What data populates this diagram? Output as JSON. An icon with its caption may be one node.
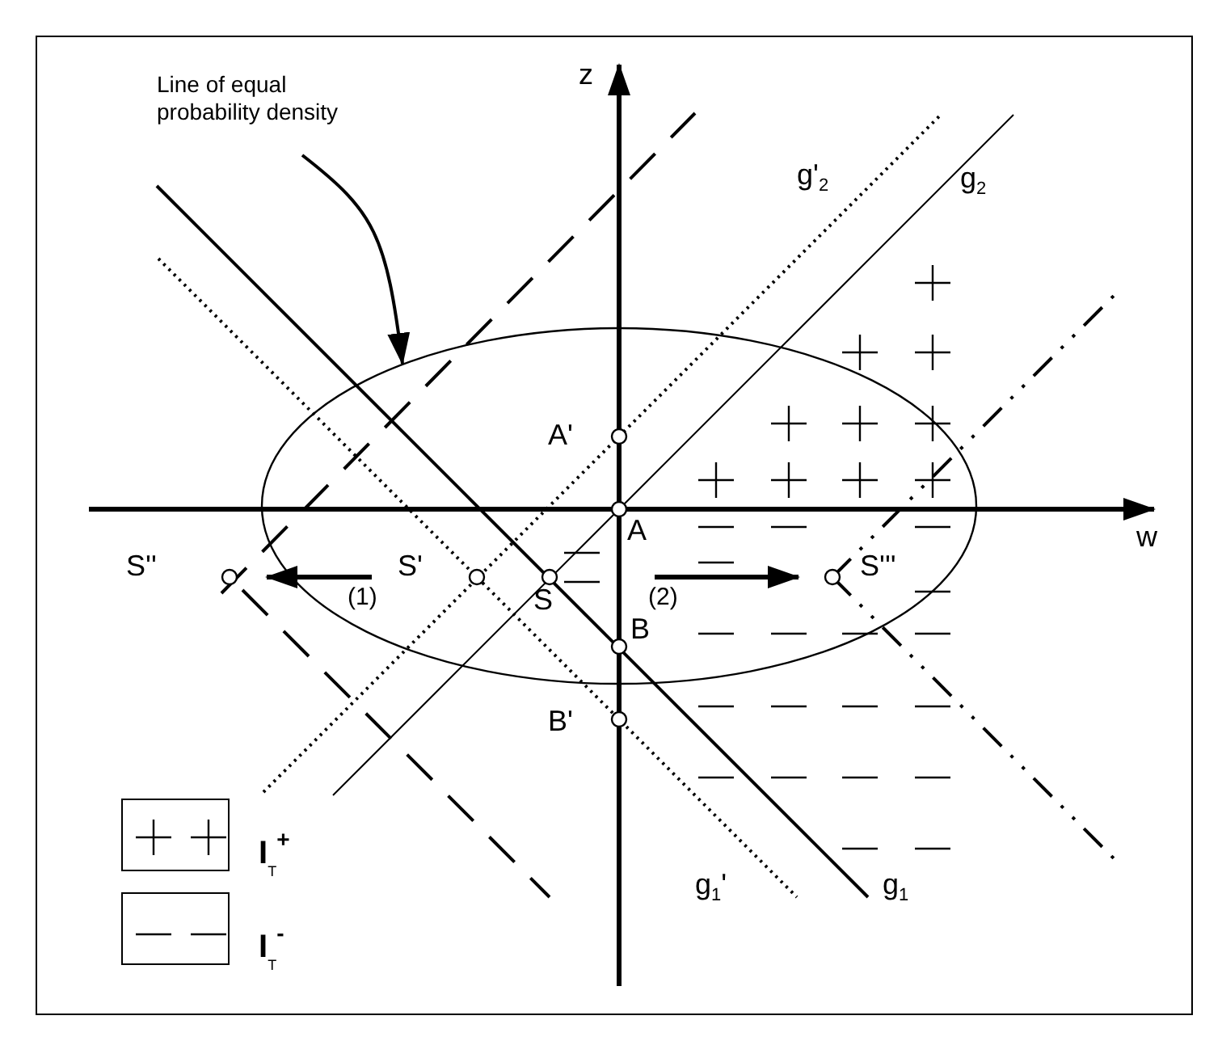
{
  "diagram": {
    "nodes": [
      {
        "text": [
          "Line of equal probability density"
        ]
      },
      {
        "text": [],
        "shape": "ellipse"
      }
    ],
    "edges": [
      {
        "from": 0,
        "to": 1,
        "arrow": "to"
      }
    ],
    "labels": [
      "z",
      "A'",
      "A",
      "w",
      "g'$_{2}$",
      "g$_{2}$",
      "S''",
      "S'",
      "(1)",
      "S",
      "(2)",
      "S'''",
      "B",
      "B'",
      "g$_{1}$'",
      "g$_{1}$"
    ],
    "legend": [
      {
        "text": "I$_{T}$$^{+}$"
      },
      {
        "text": "I$_{T}$$^{-}$"
      }
    ]
  }
}
